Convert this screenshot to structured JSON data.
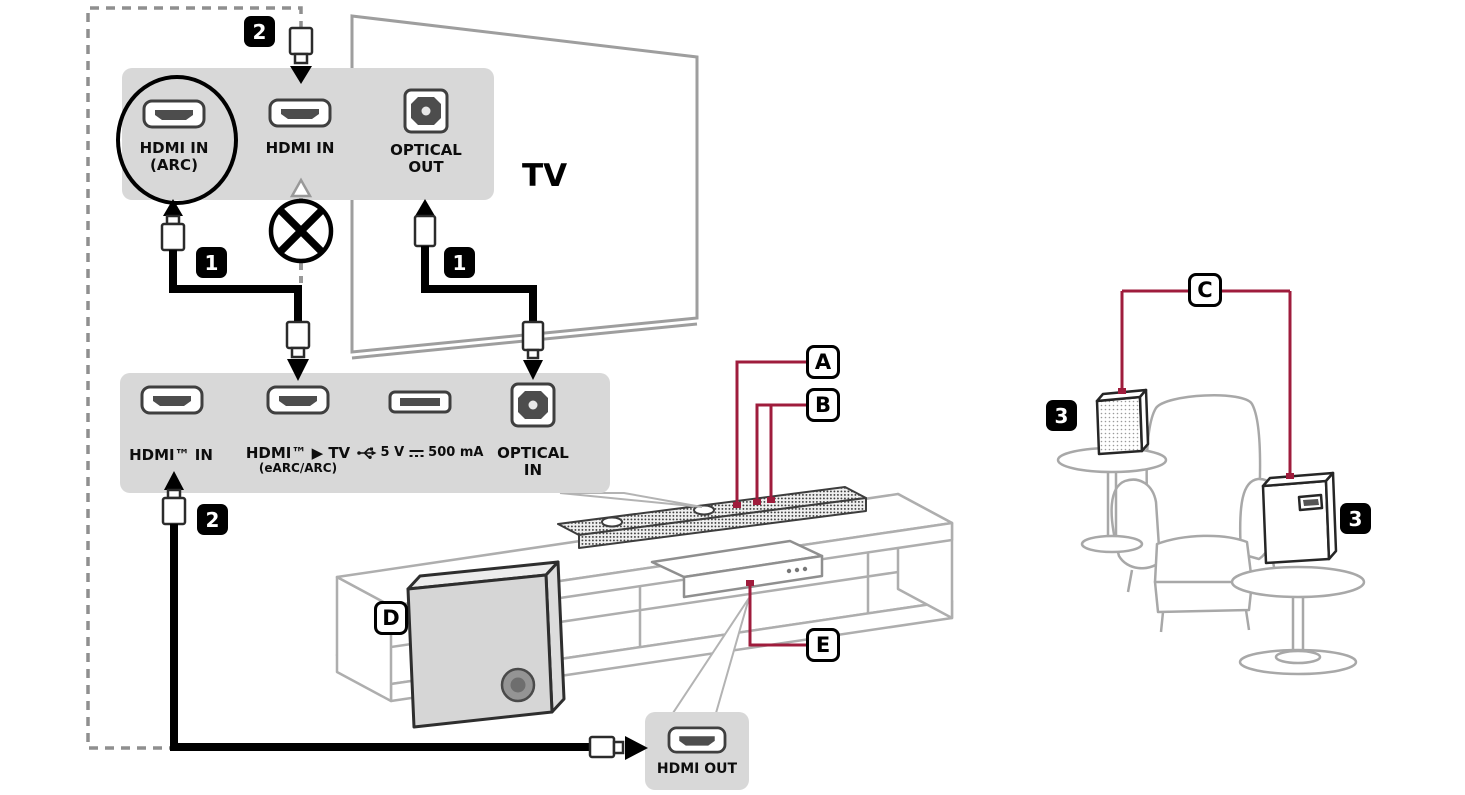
{
  "colors": {
    "accent_red": "#9f1c3c",
    "panel_gray": "#d8d8d8",
    "outline_gray": "#a8a8a8",
    "cable_black": "#000000"
  },
  "tv": {
    "name": "TV",
    "ports": {
      "hdmi_arc": {
        "line1": "HDMI IN",
        "line2": "(ARC)"
      },
      "hdmi_in": {
        "line1": "HDMI IN"
      },
      "optical_out": {
        "line1": "OPTICAL",
        "line2": "OUT"
      }
    }
  },
  "soundbar": {
    "ports": {
      "hdmi_in": {
        "line1": "HDMI™ IN"
      },
      "hdmi_tv": {
        "line1": "HDMI™ ▶ TV",
        "line2": "(eARC/ARC)"
      },
      "usb": {
        "volt": "5 V",
        "current": "500 mA"
      },
      "optical_in": {
        "line1": "OPTICAL",
        "line2": "IN"
      }
    }
  },
  "stb": {
    "port_label": "HDMI OUT"
  },
  "steps": {
    "one": "1",
    "two": "2",
    "three": "3"
  },
  "callouts": {
    "a": "A",
    "b": "B",
    "c": "C",
    "d": "D",
    "e": "E"
  }
}
